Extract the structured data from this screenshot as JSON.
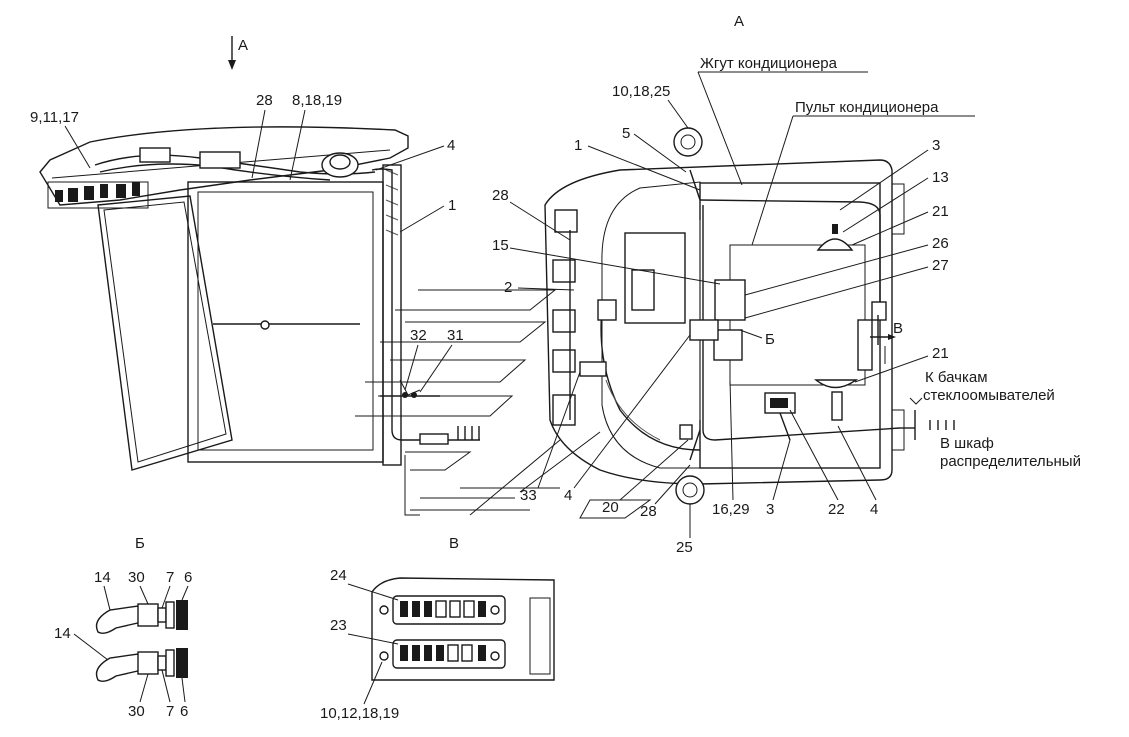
{
  "section_titles": {
    "view_a": "А",
    "view_b": "Б",
    "view_v": "В"
  },
  "arrow_labels": {
    "a": "А",
    "b_small": "Б",
    "v_small": "В"
  },
  "left_view_callouts": {
    "c_9_11_17": "9,11,17",
    "c_28": "28",
    "c_8_18_19": "8,18,19",
    "c_4": "4",
    "c_1": "1",
    "c_32": "32",
    "c_31": "31",
    "c_2": "2",
    "c_33": "33"
  },
  "view_a_callouts": {
    "c_10_18_25": "10,18,25",
    "c_5": "5",
    "c_1": "1",
    "c_28_top": "28",
    "c_15": "15",
    "c_3_top": "3",
    "c_13": "13",
    "c_21_top": "21",
    "c_26": "26",
    "c_27": "27",
    "c_21_mid": "21",
    "c_4_bottom": "4",
    "c_20": "20",
    "c_28_bottom": "28",
    "c_16_29": "16,29",
    "c_3_bottom": "3",
    "c_22": "22",
    "c_4_right": "4",
    "c_25": "25"
  },
  "view_a_notes": {
    "ac_harness": "Жгут кондиционера",
    "ac_panel": "Пульт кондиционера",
    "washer_line1": "К бачкам",
    "washer_line2": "стеклоомывателей",
    "cabinet_line1": "В шкаф",
    "cabinet_line2": "распределительный"
  },
  "view_b_callouts": {
    "c_14_top": "14",
    "c_30_top": "30",
    "c_7_top": "7",
    "c_6_top": "6",
    "c_14_bottom": "14",
    "c_30_bottom": "30",
    "c_7_bottom": "7",
    "c_6_bottom": "6"
  },
  "view_v_callouts": {
    "c_24": "24",
    "c_23": "23",
    "c_10_12_18_19": "10,12,18,19"
  }
}
